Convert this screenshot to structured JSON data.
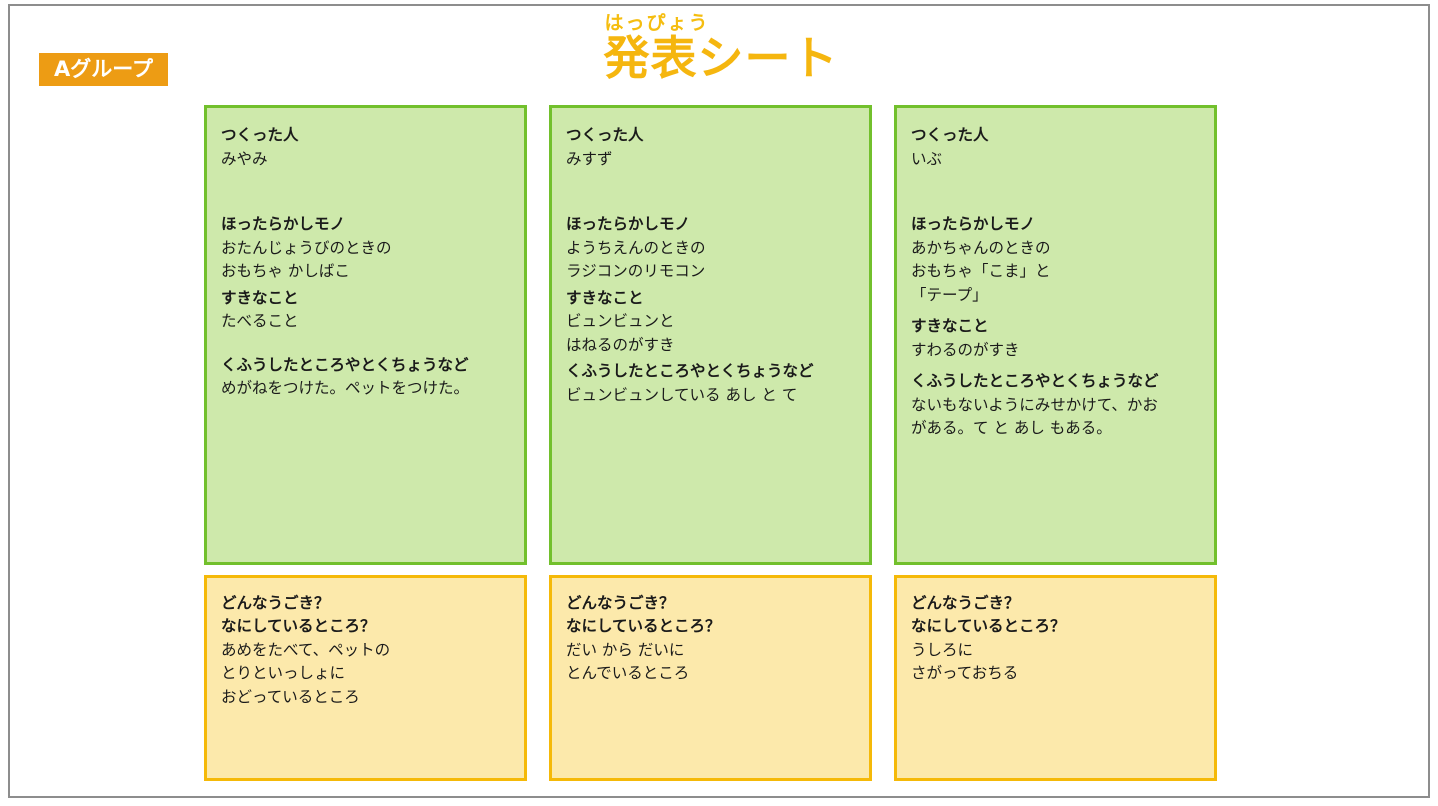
{
  "slide": {
    "group_badge": "Aグループ",
    "title_furigana": "はっぴょう",
    "title": "発表シート",
    "colors": {
      "badge_orange": "#ed9c14",
      "title_yellow": "#f5b60f",
      "green_fill": "#cee9ab",
      "green_border": "#72c02c",
      "yellow_fill": "#fce9ab",
      "yellow_border": "#f5b908",
      "frame_gray": "#8d8d8d"
    }
  },
  "labels": {
    "maker": "つくった人",
    "item": "ほったらかしモノ",
    "likes": "すきなこと",
    "notes": "くふうしたところやとくちょうなど",
    "motion_q1": "どんなうごき？",
    "motion_q2": "なにしているところ？"
  },
  "columns": [
    {
      "maker": "みやみ",
      "item": "おたんじょうびのときの\nおもちゃ かしばこ",
      "likes": "たべること",
      "notes": "めがねをつけた。ペットをつけた。",
      "motion": "あめをたべて、ペットの\nとりといっしょに\nおどっているところ"
    },
    {
      "maker": "みすず",
      "item": "ようちえんのときの\nラジコンのリモコン",
      "likes": "ビュンビュンと\nはねるのがすき",
      "notes": "ビュンビュンしている あし と て",
      "motion": "だい から だいに\nとんでいるところ"
    },
    {
      "maker": "いぶ",
      "item": "あかちゃんのときの\nおもちゃ「こま」と\n「テープ」",
      "likes": "すわるのがすき",
      "notes": "ないもないようにみせかけて、かお\nがある。て と あし もある。",
      "motion": "うしろに\nさがっておちる"
    }
  ]
}
